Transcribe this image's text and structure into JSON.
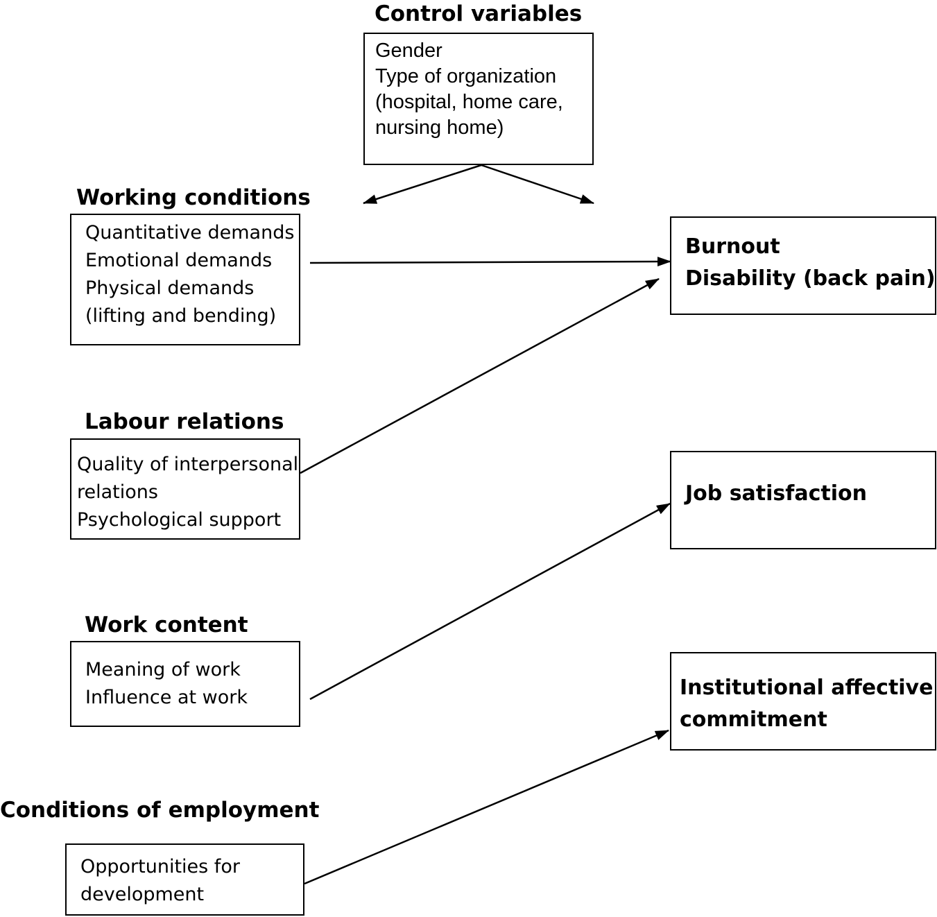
{
  "control_variables": {
    "title": "Control variables",
    "items": [
      "Gender",
      "Type of organization",
      "(hospital, home care,",
      "nursing home)"
    ]
  },
  "working_conditions": {
    "title": "Working conditions",
    "items": [
      "Quantitative demands",
      "Emotional demands",
      "Physical demands",
      "(lifting and bending)"
    ]
  },
  "labour_relations": {
    "title": "Labour relations",
    "items": [
      "Quality of interpersonal",
      "relations",
      "Psychological support"
    ]
  },
  "work_content": {
    "title": "Work content",
    "items": [
      "Meaning of work",
      "Influence at work"
    ]
  },
  "conditions_of_employment": {
    "title": "Conditions of employment",
    "items": [
      "Opportunities for",
      "development"
    ]
  },
  "outcomes": {
    "burnout": [
      "Burnout",
      "Disability (back pain)"
    ],
    "job_satisfaction": [
      "Job satisfaction"
    ],
    "commitment": [
      "Institutional affective",
      "commitment"
    ]
  },
  "colors": {
    "stroke": "#000000",
    "background": "#ffffff"
  }
}
